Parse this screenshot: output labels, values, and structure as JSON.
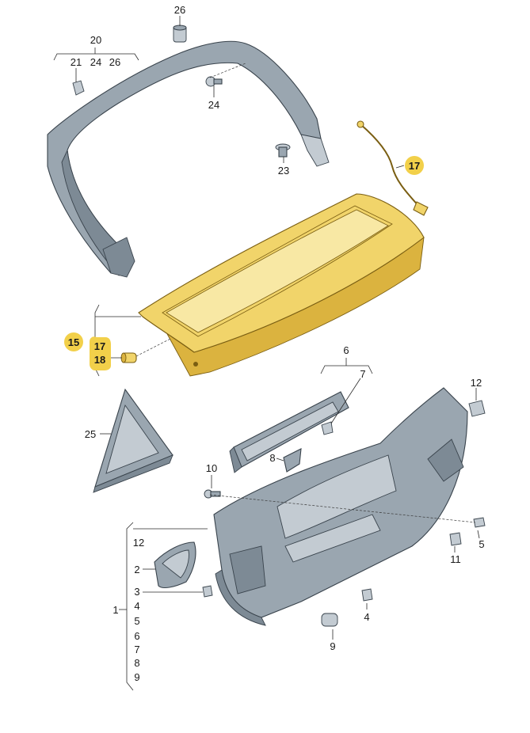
{
  "accent_color": "#f2d04a",
  "labels": {
    "l26_top": "26",
    "l20": "20",
    "l21": "21",
    "l24a": "24",
    "l26b": "26",
    "l24": "24",
    "l23": "23",
    "l17_cable": "17",
    "l15": "15",
    "l17": "17",
    "l18": "18",
    "l6": "6",
    "l7": "7",
    "l12_right": "12",
    "l25": "25",
    "l8": "8",
    "l10": "10",
    "l5": "5",
    "l11": "11",
    "l4_right": "4",
    "l9": "9",
    "l2": "2",
    "l3": "3",
    "l1": "1",
    "group1": [
      "12",
      "4",
      "5",
      "6",
      "7",
      "8",
      "9"
    ]
  }
}
